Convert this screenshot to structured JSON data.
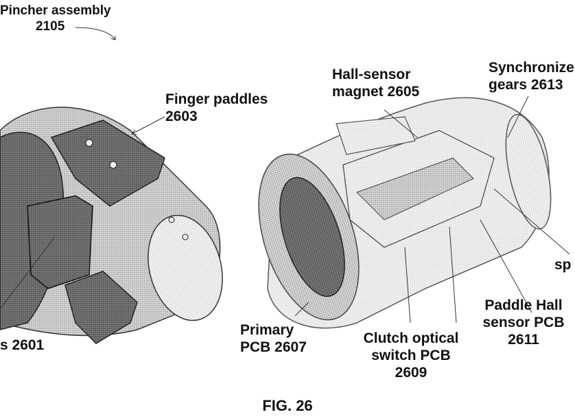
{
  "figure": {
    "caption": "FIG. 26",
    "labels": {
      "pincher_assembly": [
        "Pincher assembly",
        "2105"
      ],
      "finger_paddles": [
        "Finger paddles",
        "2603"
      ],
      "hall_sensor_magnet": [
        "Hall-sensor",
        "magnet 2605"
      ],
      "synchronize_gears": [
        "Synchronize",
        "gears 2613"
      ],
      "sp_fragment": [
        "sp"
      ],
      "paddle_hall_sensor": [
        "Paddle Hall",
        "sensor PCB",
        "2611"
      ],
      "primary_pcb": [
        "Primary",
        "PCB 2607"
      ],
      "clutch_optical_switch": [
        "Clutch optical",
        "switch PCB",
        "2609"
      ],
      "s_2601_fragment": [
        "s 2601"
      ]
    }
  }
}
